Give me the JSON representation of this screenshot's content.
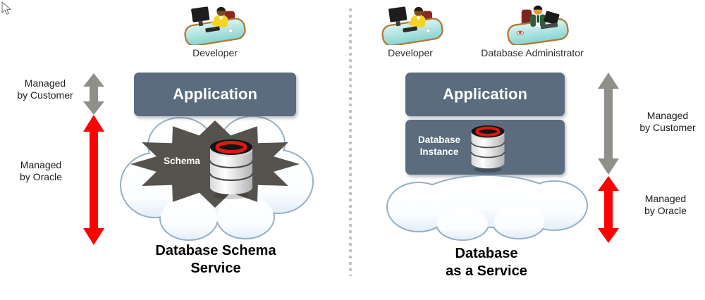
{
  "left_panel": {
    "actor": {
      "label": "Developer"
    },
    "application": {
      "label": "Application"
    },
    "schema": {
      "label": "Schema"
    },
    "managed_by_customer": {
      "line1": "Managed",
      "line2": "by Customer"
    },
    "managed_by_oracle": {
      "line1": "Managed",
      "line2": "by Oracle"
    },
    "title": {
      "line1": "Database Schema",
      "line2": "Service"
    }
  },
  "right_panel": {
    "actors": [
      {
        "label": "Developer"
      },
      {
        "label": "Database Administrator"
      }
    ],
    "application": {
      "label": "Application"
    },
    "database_instance": {
      "line1": "Database",
      "line2": "Instance"
    },
    "managed_by_customer": {
      "line1": "Managed",
      "line2": "by Customer"
    },
    "managed_by_oracle": {
      "line1": "Managed",
      "line2": "by Oracle"
    },
    "title": {
      "line1": "Database",
      "line2": "as a Service"
    }
  },
  "colors": {
    "application_box": "#5a6c7d",
    "box_text": "#ffffff",
    "schema_starburst": "#56534e",
    "managed_by_customer_arrow": "#8e908a",
    "managed_by_oracle_arrow": "#fa0300",
    "cloud_outline": "#97b0c6",
    "cloud_fill": "#ffffff",
    "divider_dots": "#c9c4ba",
    "title_text": "#000000",
    "label_text": "#2f2f2f",
    "database_icon_ring": "#e01810"
  }
}
